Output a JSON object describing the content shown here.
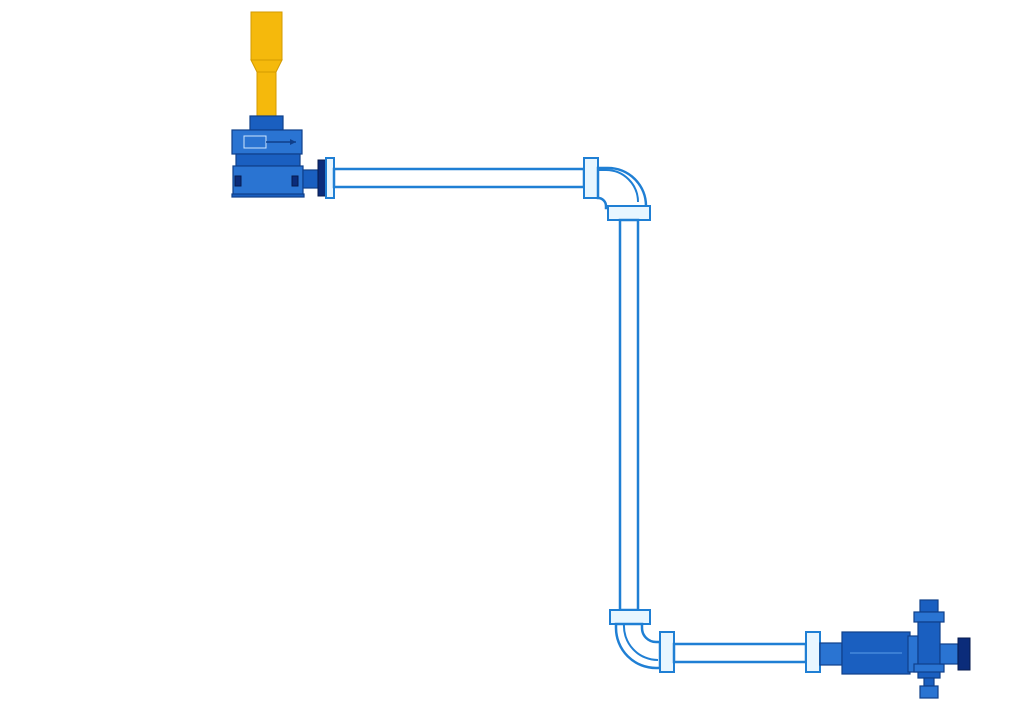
{
  "diagram": {
    "type": "piping-schematic",
    "colors": {
      "pipe_outline": "#1f7fd4",
      "pipe_fill": "#ffffff",
      "flange_fill": "#e8f6ff",
      "equipment_blue": "#1a5fc0",
      "equipment_navy": "#0b2c7a",
      "drive_shaft_yellow": "#f5b90c",
      "background": "#ffffff"
    },
    "components": [
      {
        "id": "top-gearbox-unit",
        "icon": "gearbox-icon"
      },
      {
        "id": "vertical-drive-shaft",
        "icon": "shaft-icon"
      },
      {
        "id": "horizontal-pipe-upper",
        "icon": "pipe-icon"
      },
      {
        "id": "elbow-upper-right",
        "icon": "elbow-icon"
      },
      {
        "id": "vertical-pipe",
        "icon": "pipe-icon"
      },
      {
        "id": "elbow-lower-left",
        "icon": "elbow-icon"
      },
      {
        "id": "horizontal-pipe-lower",
        "icon": "pipe-icon"
      },
      {
        "id": "bottom-pump-unit",
        "icon": "pump-icon"
      }
    ]
  }
}
